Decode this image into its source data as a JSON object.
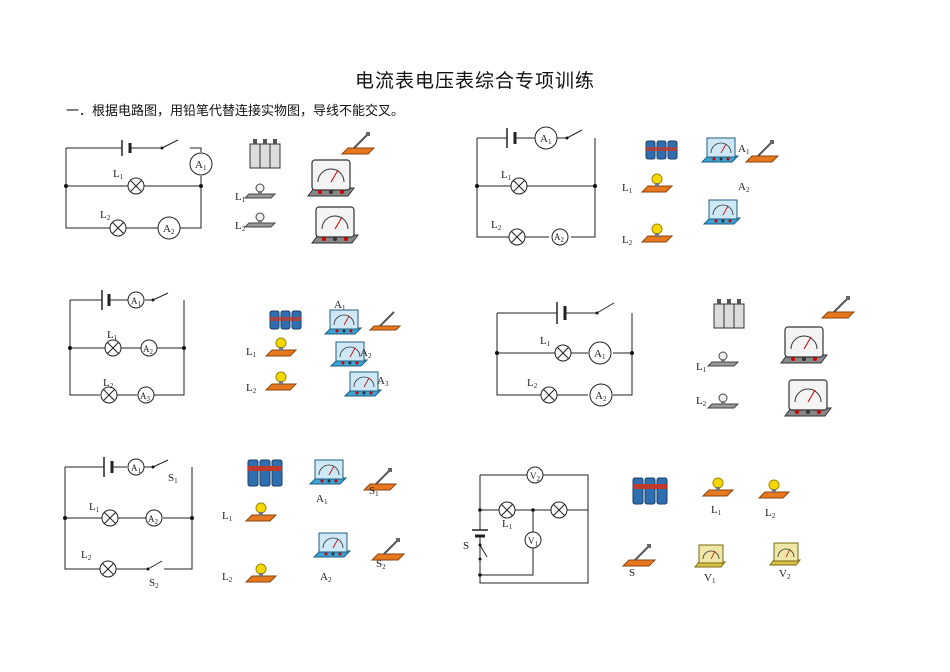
{
  "title": "电流表电压表综合专项训练",
  "instruction": "一．根据电路图，用铅笔代替连接实物图，导线不能交叉。",
  "labels": {
    "L": "L",
    "A": "A",
    "S": "S",
    "V": "V",
    "sub1": "1",
    "sub2": "2",
    "sub3": "3"
  },
  "colors": {
    "base_orange": "#e8781e",
    "meter_blue": "#3ba3d6",
    "meter_yellow": "#d8c24a",
    "battery_blue": "#2f6fb0",
    "battery_red": "#c0392b",
    "bulb_yellow": "#f5d800",
    "wire": "#222222"
  }
}
